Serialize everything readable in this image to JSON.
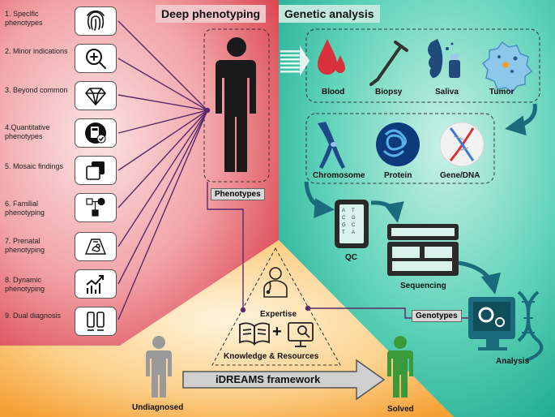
{
  "headers": {
    "deep": "Deep phenotyping",
    "genetic": "Genetic analysis"
  },
  "phenotype_items": [
    {
      "label": "1. Specific phenotypes",
      "icon": "fingerprint-icon"
    },
    {
      "label": "2. Minor indications",
      "icon": "magnifier-plus-icon"
    },
    {
      "label": "3. Beyond common",
      "icon": "diamond-icon"
    },
    {
      "label": "4.Quantitative phenotypes",
      "icon": "calculator-icon"
    },
    {
      "label": "5. Mosaic findings",
      "icon": "overlapping-squares-icon"
    },
    {
      "label": "6. Familial phenotyping",
      "icon": "pedigree-icon"
    },
    {
      "label": "7. Prenatal phenotyping",
      "icon": "ultrasound-icon"
    },
    {
      "label": "8. Dynamic phenotyping",
      "icon": "trend-chart-icon"
    },
    {
      "label": "9. Dual diagnosis",
      "icon": "dual-panel-icon"
    }
  ],
  "samples": {
    "blood": "Blood",
    "biopsy": "Biopsy",
    "saliva": "Saliva",
    "tumor": "Tumor"
  },
  "molecules": {
    "chromosome": "Chromosome",
    "protein": "Protein",
    "gene": "Gene/DNA"
  },
  "steps": {
    "qc": "QC",
    "sequencing": "Sequencing",
    "analysis": "Analysis",
    "qc_letters": [
      "A",
      "T",
      "C",
      "G",
      "G",
      "C",
      "T",
      "A"
    ]
  },
  "tags": {
    "phenotypes": "Phenotypes",
    "genotypes": "Genotypes"
  },
  "center": {
    "expertise": "Expertise",
    "plus": "+",
    "knowledge": "Knowledge & Resources",
    "framework": "iDREAMS framework"
  },
  "people": {
    "undiagnosed": "Undiagnosed",
    "solved": "Solved"
  },
  "colors": {
    "red_panel": "#e05560",
    "teal_panel": "#1fb89a",
    "orange_panel": "#f7a530",
    "dark_teal": "#1a6b7c",
    "purple_line": "#5a2a6a",
    "green_person": "#3a9a3a",
    "gray_person": "#9a9a9a"
  }
}
